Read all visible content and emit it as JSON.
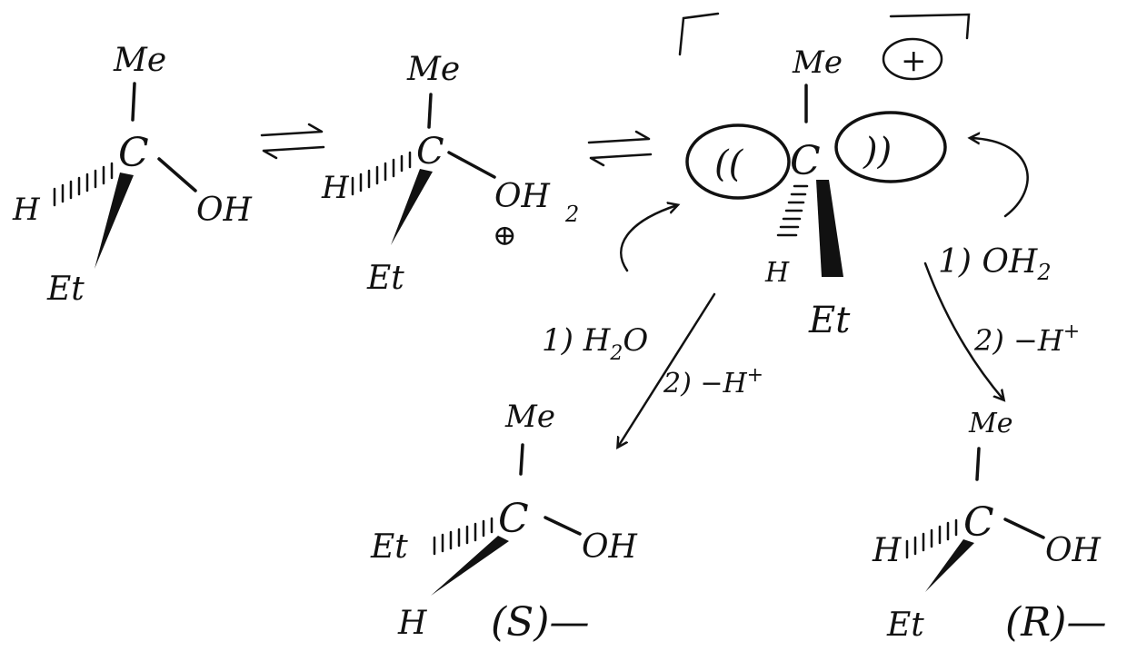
{
  "structures": {
    "alcohol": {
      "top": "Me",
      "center": "C",
      "left": "H",
      "right": "OH",
      "bottom": "Et"
    },
    "oxonium": {
      "top": "Me",
      "center": "C",
      "left": "H",
      "right": "OH",
      "subscript": "2",
      "charge": "⊕",
      "bottom": "Et"
    },
    "carbocation": {
      "top": "Me",
      "charge": "+",
      "center": "C",
      "left_lobe": "((",
      "right_lobe": "))",
      "hashed": "H",
      "wedged": "Et"
    },
    "product_s": {
      "top": "Me",
      "center": "C",
      "left": "Et",
      "right": "OH",
      "bottom": "H",
      "label": "(S)—"
    },
    "product_r": {
      "top": "Me",
      "center": "C",
      "left": "H",
      "right": "OH",
      "bottom": "Et",
      "label": "(R)—"
    }
  },
  "steps": {
    "left": {
      "step1": "1) H",
      "step1_sub": "2",
      "step1_end": "O",
      "step2": "2) −H",
      "step2_sup": "+"
    },
    "right": {
      "step1": "1) OH",
      "step1_sub": "2",
      "step2": "2) −H",
      "step2_sup": "+"
    }
  }
}
